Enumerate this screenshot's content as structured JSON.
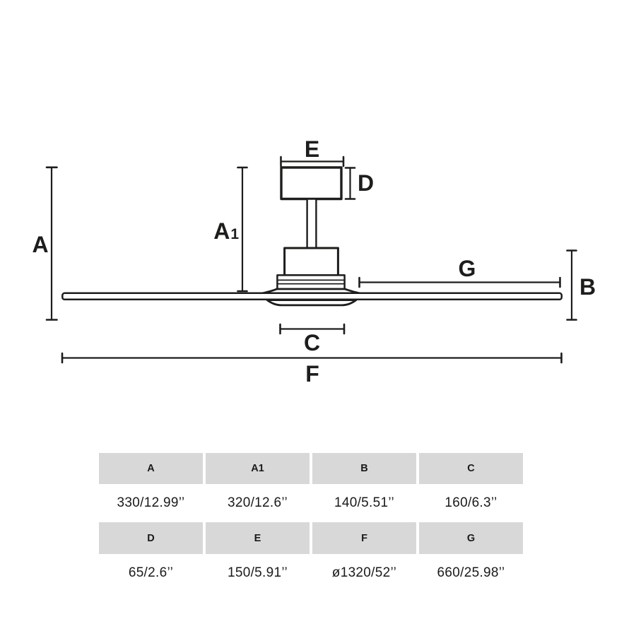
{
  "diagram": {
    "labels": {
      "a": "A",
      "a1_main": "A",
      "a1_sub": "1",
      "b": "B",
      "c": "C",
      "d": "D",
      "e": "E",
      "f": "F",
      "g": "G"
    },
    "line_color": "#1d1d1b"
  },
  "table": {
    "header_bg": "#d8d8d8",
    "rows": [
      {
        "cells": [
          "A",
          "A1",
          "B",
          "C"
        ]
      },
      {
        "cells": [
          "330/12.99’’",
          "320/12.6’’",
          "140/5.51’’",
          "160/6.3’’"
        ]
      },
      {
        "cells": [
          "D",
          "E",
          "F",
          "G"
        ]
      },
      {
        "cells": [
          "65/2.6’’",
          "150/5.91’’",
          "ø1320/52’’",
          "660/25.98’’"
        ]
      }
    ]
  }
}
